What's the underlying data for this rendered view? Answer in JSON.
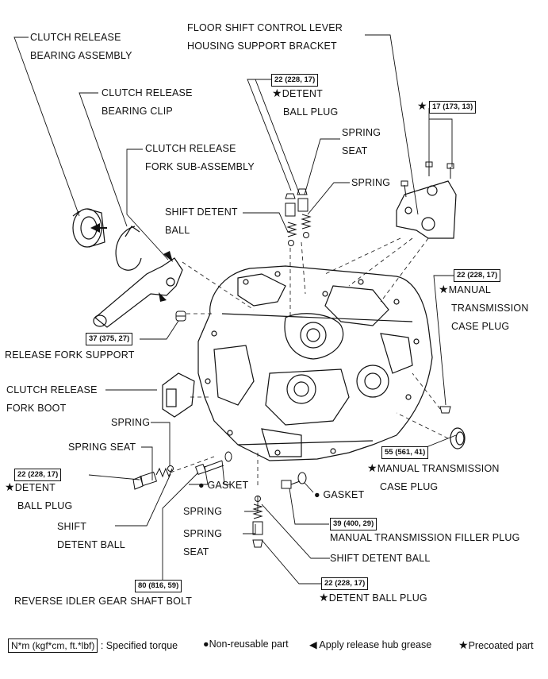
{
  "labels": {
    "clutch_release_bearing_assembly": [
      "CLUTCH RELEASE",
      "BEARING ASSEMBLY"
    ],
    "clutch_release_bearing_clip": [
      "CLUTCH RELEASE",
      "BEARING CLIP"
    ],
    "clutch_release_fork_sub_assembly": [
      "CLUTCH RELEASE",
      "FORK SUB-ASSEMBLY"
    ],
    "floor_shift_bracket": [
      "FLOOR SHIFT CONTROL LEVER",
      "HOUSING SUPPORT BRACKET"
    ],
    "detent_ball_plug_top": [
      "DETENT",
      "BALL PLUG"
    ],
    "spring_seat_top": [
      "SPRING",
      "SEAT"
    ],
    "spring_top": "SPRING",
    "shift_detent_ball_top": [
      "SHIFT DETENT",
      "BALL"
    ],
    "manual_transmission_case_plug_right": [
      "MANUAL",
      "TRANSMISSION",
      "CASE PLUG"
    ],
    "release_fork_support": "RELEASE FORK SUPPORT",
    "clutch_release_fork_boot": [
      "CLUTCH RELEASE",
      "FORK BOOT"
    ],
    "spring_left": "SPRING",
    "spring_seat_left": "SPRING SEAT",
    "detent_ball_plug_left": [
      "DETENT",
      "BALL PLUG"
    ],
    "shift_detent_ball_left": [
      "SHIFT",
      "DETENT BALL"
    ],
    "gasket_center": "GASKET",
    "gasket_right": "GASKET",
    "spring_center": "SPRING",
    "spring_seat_center": [
      "SPRING",
      "SEAT"
    ],
    "manual_transmission_case_plug_lower": [
      "MANUAL TRANSMISSION",
      "CASE PLUG"
    ],
    "manual_transmission_filler_plug": "MANUAL TRANSMISSION FILLER PLUG",
    "shift_detent_ball_center": "SHIFT DETENT BALL",
    "detent_ball_plug_bottom": "DETENT BALL PLUG",
    "reverse_idler_gear_shaft_bolt": "REVERSE IDLER GEAR SHAFT BOLT"
  },
  "torques": {
    "detent_ball_plug_top": "22 (228, 17)",
    "bracket_bolts": "17 (173, 13)",
    "case_plug_right": "22 (228, 17)",
    "release_fork_support": "37 (375, 27)",
    "case_plug_lower": "55 (561, 41)",
    "detent_ball_plug_left": "22 (228, 17)",
    "filler_plug": "39 (400, 29)",
    "detent_ball_plug_bottom": "22 (228, 17)",
    "reverse_idler_bolt": "80 (816, 59)"
  },
  "legend": {
    "torque_unit": "N*m (kgf*cm, ft.*lbf)",
    "torque_text": ": Specified torque",
    "non_reusable": "Non-reusable part",
    "grease": "Apply release hub grease",
    "precoated": "Precoated part"
  },
  "symbols": {
    "star": "★",
    "dot": "●",
    "arrow": "◀"
  }
}
